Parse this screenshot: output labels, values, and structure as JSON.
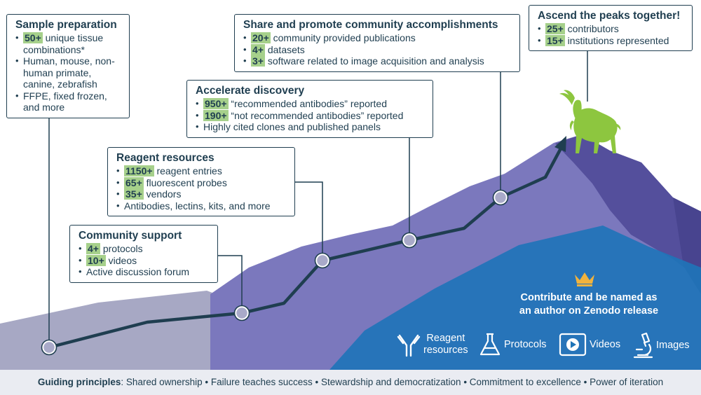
{
  "colors": {
    "navy": "#1f3e50",
    "highlight_green": "#a6d08b",
    "goat_green": "#8dc63f",
    "mountain_grey": "#a7a8c4",
    "mountain_purple": "#7b78bd",
    "mountain_dark": "#544f9c",
    "overlay_blue": "#1f74b8",
    "footer_bg": "#e8eaf1"
  },
  "sample_preparation": {
    "title": "Sample preparation",
    "items": [
      {
        "hl": "50+",
        "text": " unique tissue combinations*"
      },
      {
        "text": "Human, mouse, non-human primate, canine, zebrafish"
      },
      {
        "text": "FFPE, fixed frozen, and more"
      }
    ]
  },
  "share": {
    "title": "Share and promote community accomplishments",
    "items": [
      {
        "hl": "20+",
        "text": " community provided publications"
      },
      {
        "hl": "4+",
        "text": " datasets"
      },
      {
        "hl": "3+",
        "text": " software related to image acquisition and analysis"
      }
    ]
  },
  "peaks": {
    "title": "Ascend the peaks together!",
    "items": [
      {
        "hl": "25+",
        "text": " contributors"
      },
      {
        "hl": "15+",
        "text": " institutions represented"
      }
    ]
  },
  "accelerate": {
    "title": "Accelerate discovery",
    "items": [
      {
        "hl": "950+",
        "text": " “recommended antibodies” reported"
      },
      {
        "hl": "190+",
        "text": " “not recommended antibodies” reported"
      },
      {
        "text": "Highly cited clones and published panels"
      }
    ]
  },
  "reagent": {
    "title": "Reagent resources",
    "items": [
      {
        "hl": "1150+",
        "text": " reagent entries"
      },
      {
        "hl": "65+",
        "text": " fluorescent probes"
      },
      {
        "hl": "35+",
        "text": " vendors"
      },
      {
        "text": "Antibodies, lectins, kits, and more"
      }
    ]
  },
  "community": {
    "title": "Community support",
    "items": [
      {
        "hl": "4+",
        "text": " protocols"
      },
      {
        "hl": "10+",
        "text": " videos"
      },
      {
        "text": "Active discussion forum"
      }
    ]
  },
  "contribute": {
    "line1": "Contribute and be named as",
    "line2": "an author on Zenodo release",
    "icon": "crown-icon"
  },
  "resources": [
    {
      "icon": "antibody-icon",
      "line1": "Reagent",
      "line2": "resources"
    },
    {
      "icon": "flask-icon",
      "label": "Protocols"
    },
    {
      "icon": "play-icon",
      "label": "Videos"
    },
    {
      "icon": "microscope-icon",
      "label": "Images"
    }
  ],
  "footer": {
    "label": "Guiding principles",
    "text": ": Shared ownership • Failure teaches success • Stewardship and democratization • Commitment to excellence • Power of iteration"
  }
}
